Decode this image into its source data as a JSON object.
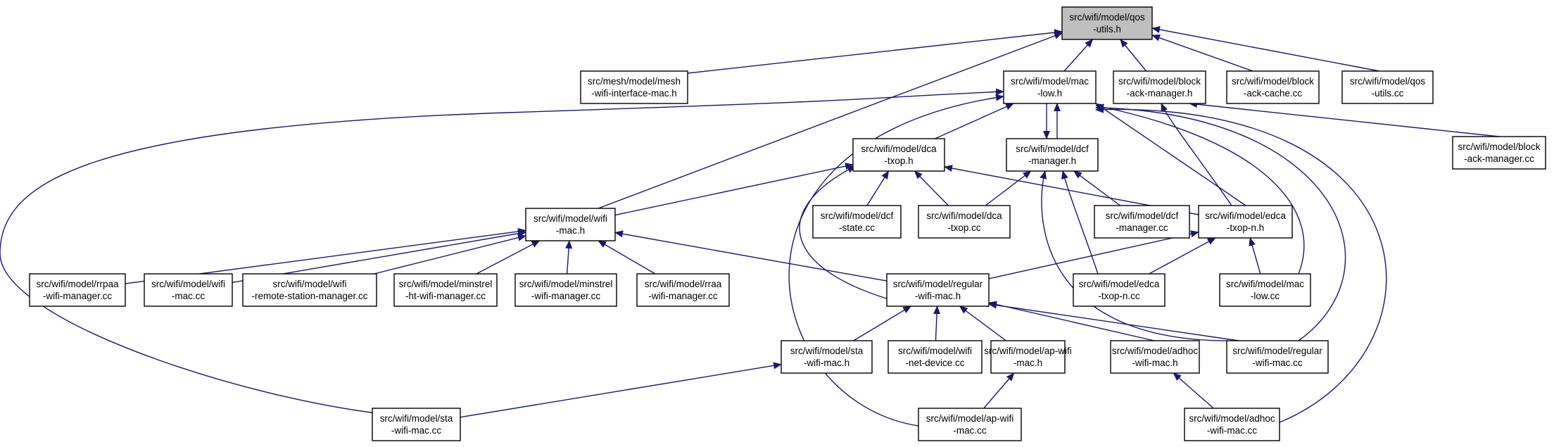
{
  "diagram": {
    "type": "include-dependency-graph",
    "colors": {
      "edge": "#191970",
      "root_fill": "#bfbfbf",
      "node_fill": "#ffffff",
      "border": "#000000"
    },
    "nodes": [
      {
        "id": "qos_h",
        "lines": [
          "src/wifi/model/qos",
          "-utils.h"
        ],
        "root": true
      },
      {
        "id": "mesh_h",
        "lines": [
          "src/mesh/model/mesh",
          "-wifi-interface-mac.h"
        ]
      },
      {
        "id": "maclow_h",
        "lines": [
          "src/wifi/model/mac",
          "-low.h"
        ]
      },
      {
        "id": "bamgr_h",
        "lines": [
          "src/wifi/model/block",
          "-ack-manager.h"
        ]
      },
      {
        "id": "bacache_cc",
        "lines": [
          "src/wifi/model/block",
          "-ack-cache.cc"
        ]
      },
      {
        "id": "qos_cc",
        "lines": [
          "src/wifi/model/qos",
          "-utils.cc"
        ]
      },
      {
        "id": "bamgr_cc",
        "lines": [
          "src/wifi/model/block",
          "-ack-manager.cc"
        ]
      },
      {
        "id": "dca_h",
        "lines": [
          "src/wifi/model/dca",
          "-txop.h"
        ]
      },
      {
        "id": "dcfmgr_h",
        "lines": [
          "src/wifi/model/dcf",
          "-manager.h"
        ]
      },
      {
        "id": "wifimac_h",
        "lines": [
          "src/wifi/model/wifi",
          "-mac.h"
        ]
      },
      {
        "id": "dcfstate_cc",
        "lines": [
          "src/wifi/model/dcf",
          "-state.cc"
        ]
      },
      {
        "id": "dca_cc",
        "lines": [
          "src/wifi/model/dca",
          "-txop.cc"
        ]
      },
      {
        "id": "dcfmgr_cc",
        "lines": [
          "src/wifi/model/dcf",
          "-manager.cc"
        ]
      },
      {
        "id": "edcan_h",
        "lines": [
          "src/wifi/model/edca",
          "-txop-n.h"
        ]
      },
      {
        "id": "rrpaa_cc",
        "lines": [
          "src/wifi/model/rrpaa",
          "-wifi-manager.cc"
        ]
      },
      {
        "id": "wifimac_cc",
        "lines": [
          "src/wifi/model/wifi",
          "-mac.cc"
        ]
      },
      {
        "id": "rsm_cc",
        "lines": [
          "src/wifi/model/wifi",
          "-remote-station-manager.cc"
        ]
      },
      {
        "id": "mht_cc",
        "lines": [
          "src/wifi/model/minstrel",
          "-ht-wifi-manager.cc"
        ]
      },
      {
        "id": "minstrel_cc",
        "lines": [
          "src/wifi/model/minstrel",
          "-wifi-manager.cc"
        ]
      },
      {
        "id": "rraa_cc",
        "lines": [
          "src/wifi/model/rraa",
          "-wifi-manager.cc"
        ]
      },
      {
        "id": "regular_h",
        "lines": [
          "src/wifi/model/regular",
          "-wifi-mac.h"
        ]
      },
      {
        "id": "edcan_cc",
        "lines": [
          "src/wifi/model/edca",
          "-txop-n.cc"
        ]
      },
      {
        "id": "maclow_cc",
        "lines": [
          "src/wifi/model/mac",
          "-low.cc"
        ]
      },
      {
        "id": "sta_h",
        "lines": [
          "src/wifi/model/sta",
          "-wifi-mac.h"
        ]
      },
      {
        "id": "netdev_cc",
        "lines": [
          "src/wifi/model/wifi",
          "-net-device.cc"
        ]
      },
      {
        "id": "ap_h",
        "lines": [
          "src/wifi/model/ap-wifi",
          "-mac.h"
        ]
      },
      {
        "id": "adhoc_h",
        "lines": [
          "src/wifi/model/adhoc",
          "-wifi-mac.h"
        ]
      },
      {
        "id": "regular_cc",
        "lines": [
          "src/wifi/model/regular",
          "-wifi-mac.cc"
        ]
      },
      {
        "id": "sta_cc",
        "lines": [
          "src/wifi/model/sta",
          "-wifi-mac.cc"
        ]
      },
      {
        "id": "ap_cc",
        "lines": [
          "src/wifi/model/ap-wifi",
          "-mac.cc"
        ]
      },
      {
        "id": "adhoc_cc",
        "lines": [
          "src/wifi/model/adhoc",
          "-wifi-mac.cc"
        ]
      }
    ],
    "edges": [
      [
        "mesh_h",
        "qos_h"
      ],
      [
        "maclow_h",
        "qos_h"
      ],
      [
        "bamgr_h",
        "qos_h"
      ],
      [
        "bacache_cc",
        "qos_h"
      ],
      [
        "qos_cc",
        "qos_h"
      ],
      [
        "wifimac_h",
        "qos_h"
      ],
      [
        "dca_h",
        "maclow_h"
      ],
      [
        "dcfmgr_h",
        "maclow_h"
      ],
      [
        "maclow_h",
        "dcfmgr_h"
      ],
      [
        "sta_cc",
        "maclow_h"
      ],
      [
        "ap_cc",
        "maclow_h"
      ],
      [
        "edcan_h",
        "maclow_h"
      ],
      [
        "maclow_cc",
        "maclow_h"
      ],
      [
        "regular_cc",
        "maclow_h"
      ],
      [
        "adhoc_cc",
        "maclow_h"
      ],
      [
        "bamgr_cc",
        "bamgr_h"
      ],
      [
        "edcan_h",
        "bamgr_h"
      ],
      [
        "wifimac_h",
        "dca_h"
      ],
      [
        "dcfstate_cc",
        "dca_h"
      ],
      [
        "dca_cc",
        "dca_h"
      ],
      [
        "edcan_h",
        "dca_h"
      ],
      [
        "regular_h",
        "dca_h"
      ],
      [
        "dca_cc",
        "dcfmgr_h"
      ],
      [
        "dcfmgr_cc",
        "dcfmgr_h"
      ],
      [
        "edcan_cc",
        "dcfmgr_h"
      ],
      [
        "regular_cc",
        "dcfmgr_h"
      ],
      [
        "rrpaa_cc",
        "wifimac_h"
      ],
      [
        "wifimac_cc",
        "wifimac_h"
      ],
      [
        "rsm_cc",
        "wifimac_h"
      ],
      [
        "mht_cc",
        "wifimac_h"
      ],
      [
        "minstrel_cc",
        "wifimac_h"
      ],
      [
        "rraa_cc",
        "wifimac_h"
      ],
      [
        "regular_h",
        "wifimac_h"
      ],
      [
        "regular_h",
        "edcan_h"
      ],
      [
        "edcan_cc",
        "edcan_h"
      ],
      [
        "maclow_cc",
        "edcan_h"
      ],
      [
        "sta_h",
        "regular_h"
      ],
      [
        "netdev_cc",
        "regular_h"
      ],
      [
        "ap_h",
        "regular_h"
      ],
      [
        "adhoc_h",
        "regular_h"
      ],
      [
        "regular_cc",
        "regular_h"
      ],
      [
        "sta_cc",
        "sta_h"
      ],
      [
        "ap_cc",
        "ap_h"
      ],
      [
        "adhoc_cc",
        "adhoc_h"
      ]
    ]
  }
}
